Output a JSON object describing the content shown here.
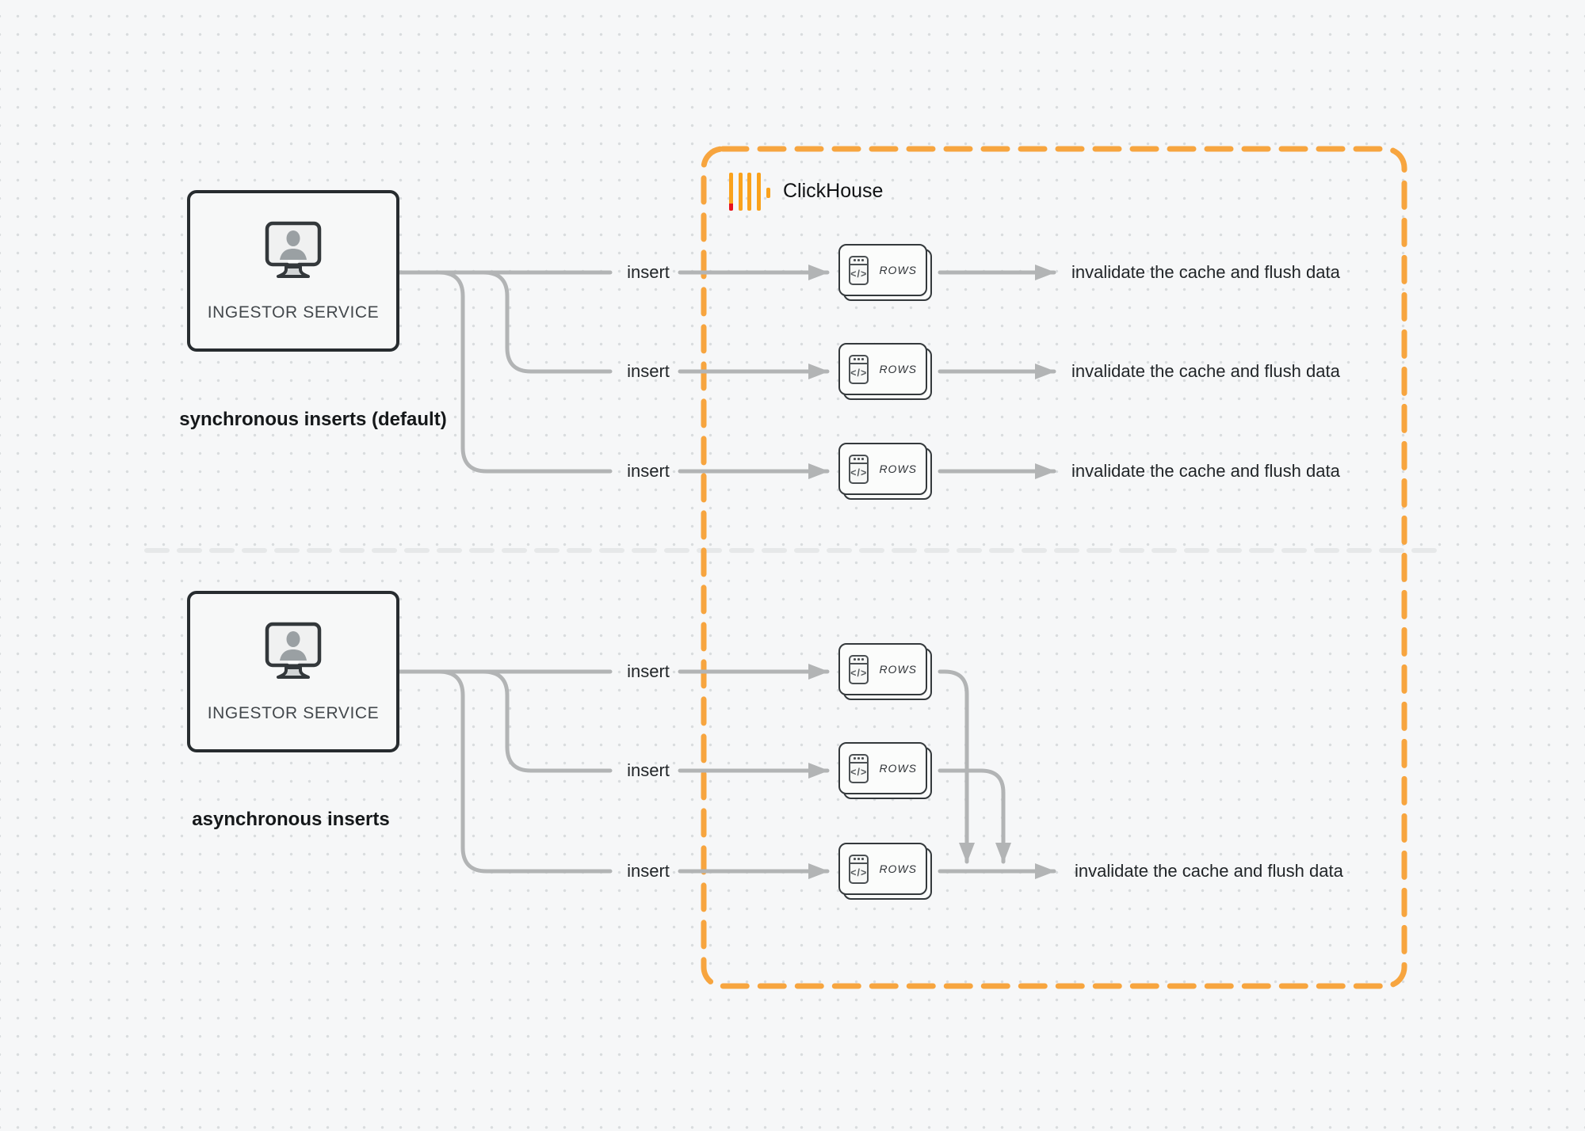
{
  "clickhouse": {
    "name": "ClickHouse"
  },
  "glyphs": {
    "code": "</>"
  },
  "sync": {
    "ingestor": "INGESTOR SERVICE",
    "caption": "synchronous inserts (default)",
    "rows": [
      {
        "insert": "insert",
        "card": "ROWS",
        "result": "invalidate the cache and flush data"
      },
      {
        "insert": "insert",
        "card": "ROWS",
        "result": "invalidate the cache and flush data"
      },
      {
        "insert": "insert",
        "card": "ROWS",
        "result": "invalidate the cache and flush data"
      }
    ]
  },
  "async": {
    "ingestor": "INGESTOR SERVICE",
    "caption": "asynchronous inserts",
    "rows": [
      {
        "insert": "insert",
        "card": "ROWS"
      },
      {
        "insert": "insert",
        "card": "ROWS"
      },
      {
        "insert": "insert",
        "card": "ROWS"
      }
    ],
    "result": "invalidate the cache and flush data"
  },
  "colors": {
    "boundary_orange": "#F7A53F",
    "logo_yellow": "#FAA21C",
    "logo_red": "#E8101D",
    "connector_gray": "#B2B4B5",
    "divider_gray": "#E6E8E9"
  }
}
